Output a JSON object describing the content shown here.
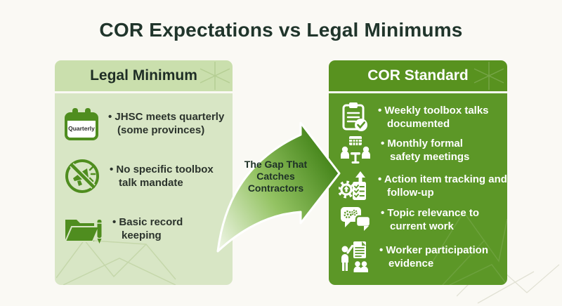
{
  "title": "COR Expectations vs Legal Minimums",
  "left_panel": {
    "header": "Legal Minimum",
    "items": [
      {
        "icon": "calendar-quarterly-icon",
        "icon_label": "Quarterly",
        "text": "JHSC meets quarterly (some provinces)"
      },
      {
        "icon": "no-megaphone-icon",
        "text": "No specific toolbox talk mandate"
      },
      {
        "icon": "folder-pen-icon",
        "text": "Basic record keeping"
      }
    ]
  },
  "gap_arrow": {
    "label": "The Gap That Catches Contractors"
  },
  "right_panel": {
    "header": "COR Standard",
    "items": [
      {
        "icon": "clipboard-check-icon",
        "text": "Weekly toolbox talks documented"
      },
      {
        "icon": "meeting-calendar-icon",
        "text": "Monthly formal safety meetings"
      },
      {
        "icon": "gear-checklist-icon",
        "text": "Action item tracking and follow-up"
      },
      {
        "icon": "chat-gears-icon",
        "text": "Topic relevance to current work"
      },
      {
        "icon": "worker-participation-icon",
        "text": "Worker participation evidence"
      }
    ]
  },
  "colors": {
    "background": "#faf9f4",
    "title_text": "#20352b",
    "left_header_bg": "#cadfad",
    "left_body_bg": "#d8e6c5",
    "left_icon_green": "#4f8d1f",
    "left_text": "#2b332c",
    "right_header_bg": "#58921f",
    "right_body_bg": "#5c9727",
    "right_text": "#ffffff",
    "arrow_gradient_start": "#f0f6e7",
    "arrow_gradient_mid": "#94c363",
    "arrow_gradient_end": "#45851a",
    "arrow_outline": "#ffffff"
  }
}
